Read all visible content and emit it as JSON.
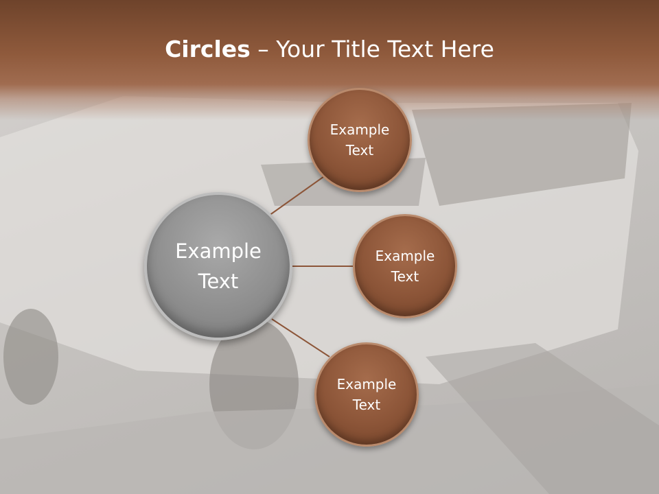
{
  "title": {
    "strong": "Circles",
    "rest": " – Your Title Text Here"
  },
  "center": {
    "label": "Example Text"
  },
  "satellites": [
    {
      "label": "Example Text"
    },
    {
      "label": "Example Text"
    },
    {
      "label": "Example Text"
    }
  ],
  "colors": {
    "header": "#8f5a3c",
    "satellite_fill": "#8c5538",
    "center_fill": "#8f8f8f",
    "connector": "#8c5538"
  }
}
